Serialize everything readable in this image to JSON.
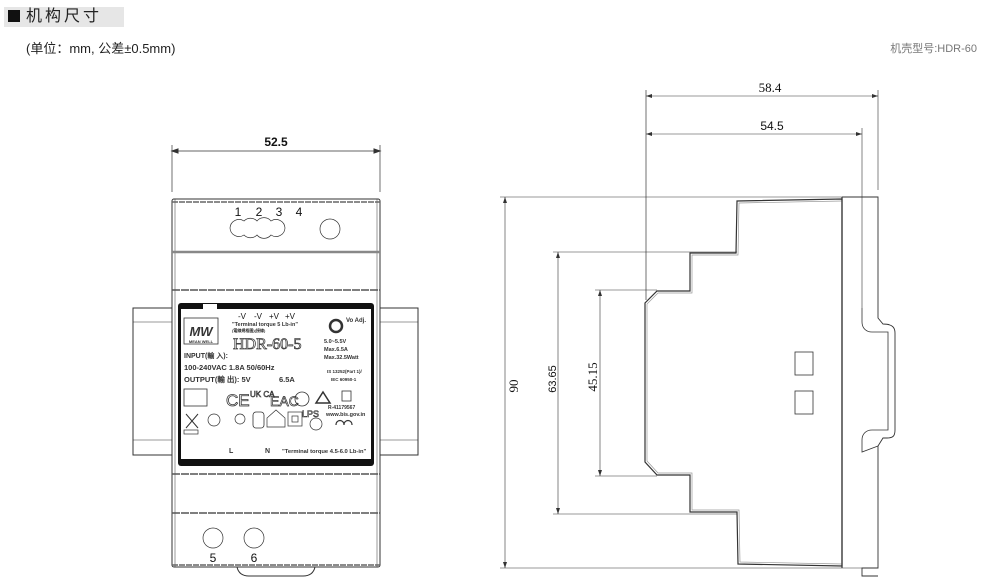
{
  "header": {
    "title": "机构尺寸",
    "units_note": "(单位：mm, 公差±0.5mm)",
    "case_model": "机壳型号:HDR-60"
  },
  "front_view": {
    "width_dim": "52.5",
    "top_terminals": [
      "1",
      "2",
      "3",
      "4"
    ],
    "bottom_terminals": [
      "5",
      "6"
    ],
    "label": {
      "brand": "MW",
      "brand_sub": "MEAN WELL",
      "output_pins": [
        "-V",
        "-V",
        "+V",
        "+V"
      ],
      "torque_top": "\"Terminal torque 5 Lb-in\"",
      "torque_top_sub": "(電線規格圖)(接線)",
      "model": "HDR-60-5",
      "vo_adj": "Vo Adj.",
      "spec_range": "5.0~5.5V",
      "spec_current": "Max.6.5A",
      "spec_power": "Max.32.5Watt",
      "input_label": "INPUT(輸 入):",
      "input_value": "100-240VAC  1.8A  50/60Hz",
      "output_label": "OUTPUT(輸 出): 5V",
      "output_value": "6.5A",
      "is_std": "IS 13252(Part 1)/",
      "iec_std": "IEC 60950-1",
      "ce": "CE",
      "ukca": "UK CA",
      "eac": "EAC",
      "r_number": "R-41179567",
      "bis_url": "www.bis.gov.in",
      "lps": "LPS",
      "terminal_l": "L",
      "terminal_n": "N",
      "torque_bottom": "\"Terminal torque 4.5-6.0 Lb-in\""
    }
  },
  "side_view": {
    "depth_total_dim": "58.4",
    "depth_body_dim": "54.5",
    "height_total_dim": "90",
    "height_step2_dim": "63.65",
    "height_step1_dim": "45.15"
  }
}
